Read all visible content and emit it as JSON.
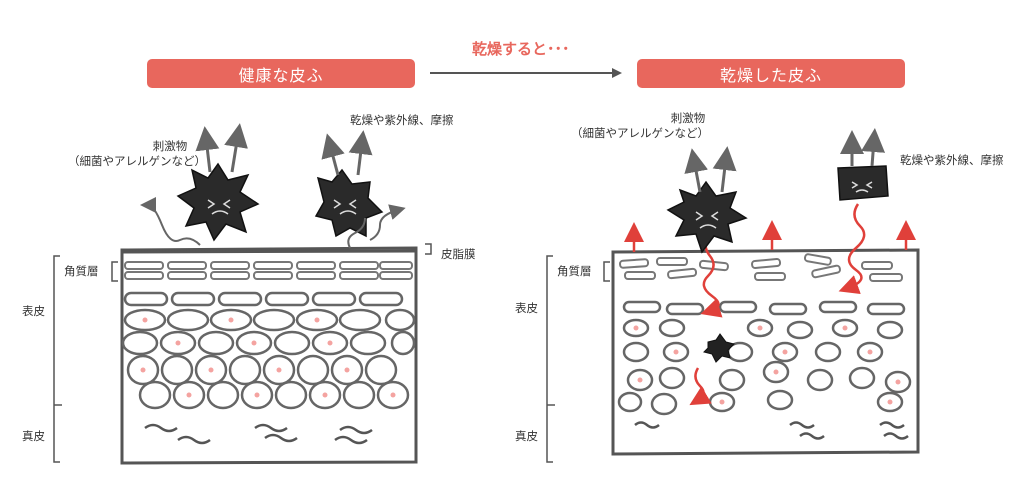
{
  "transition": {
    "label": "乾燥すると･･･",
    "accent": "#e8675d"
  },
  "left_panel": {
    "title": "健康な皮ふ",
    "irritant_label": "刺激物",
    "irritant_examples": "（細菌やアレルゲンなど）",
    "dryness_label": "乾燥や紫外線、摩擦",
    "sebum_label": "皮脂膜",
    "stratum_corneum_label": "角質層",
    "epidermis_label": "表皮",
    "dermis_label": "真皮"
  },
  "right_panel": {
    "title": "乾燥した皮ふ",
    "irritant_label": "刺激物",
    "irritant_examples": "（細菌やアレルゲンなど）",
    "dryness_label": "乾燥や紫外線、摩擦",
    "stratum_corneum_label": "角質層",
    "epidermis_label": "表皮",
    "dermis_label": "真皮"
  }
}
